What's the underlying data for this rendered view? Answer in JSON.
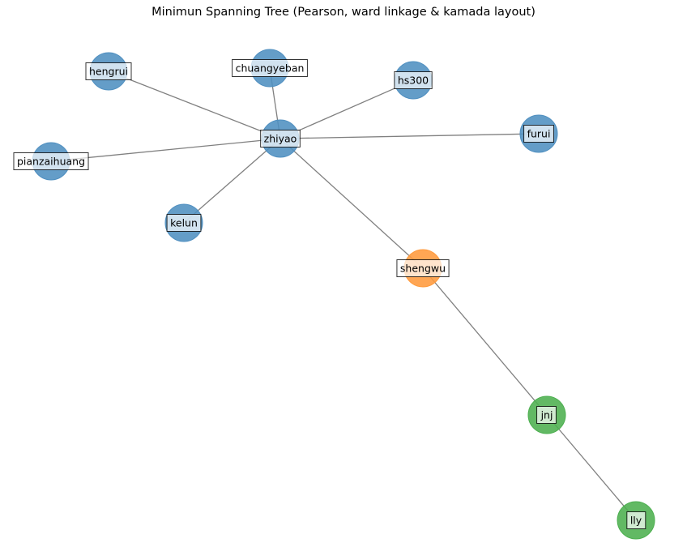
{
  "title": "Minimun Spanning Tree (Pearson, ward linkage & kamada layout)",
  "colors": {
    "cluster_1": "#4f8fc0",
    "cluster_2": "#ff9a3c",
    "cluster_3": "#4caf4f",
    "edge": "#808080"
  },
  "nodes": [
    {
      "id": "zhiyao",
      "label": "zhiyao",
      "cluster": "cluster_1"
    },
    {
      "id": "hengrui",
      "label": "hengrui",
      "cluster": "cluster_1"
    },
    {
      "id": "chuangyeban",
      "label": "chuangyeban",
      "cluster": "cluster_1"
    },
    {
      "id": "hs300",
      "label": "hs300",
      "cluster": "cluster_1"
    },
    {
      "id": "furui",
      "label": "furui",
      "cluster": "cluster_1"
    },
    {
      "id": "pianzaihuang",
      "label": "pianzaihuang",
      "cluster": "cluster_1"
    },
    {
      "id": "kelun",
      "label": "kelun",
      "cluster": "cluster_1"
    },
    {
      "id": "shengwu",
      "label": "shengwu",
      "cluster": "cluster_2"
    },
    {
      "id": "jnj",
      "label": "jnj",
      "cluster": "cluster_3"
    },
    {
      "id": "lly",
      "label": "lly",
      "cluster": "cluster_3"
    }
  ],
  "edges": [
    {
      "source": "zhiyao",
      "target": "hengrui"
    },
    {
      "source": "zhiyao",
      "target": "chuangyeban"
    },
    {
      "source": "zhiyao",
      "target": "hs300"
    },
    {
      "source": "zhiyao",
      "target": "furui"
    },
    {
      "source": "zhiyao",
      "target": "pianzaihuang"
    },
    {
      "source": "zhiyao",
      "target": "kelun"
    },
    {
      "source": "zhiyao",
      "target": "shengwu"
    },
    {
      "source": "shengwu",
      "target": "jnj"
    },
    {
      "source": "jnj",
      "target": "lly"
    }
  ]
}
